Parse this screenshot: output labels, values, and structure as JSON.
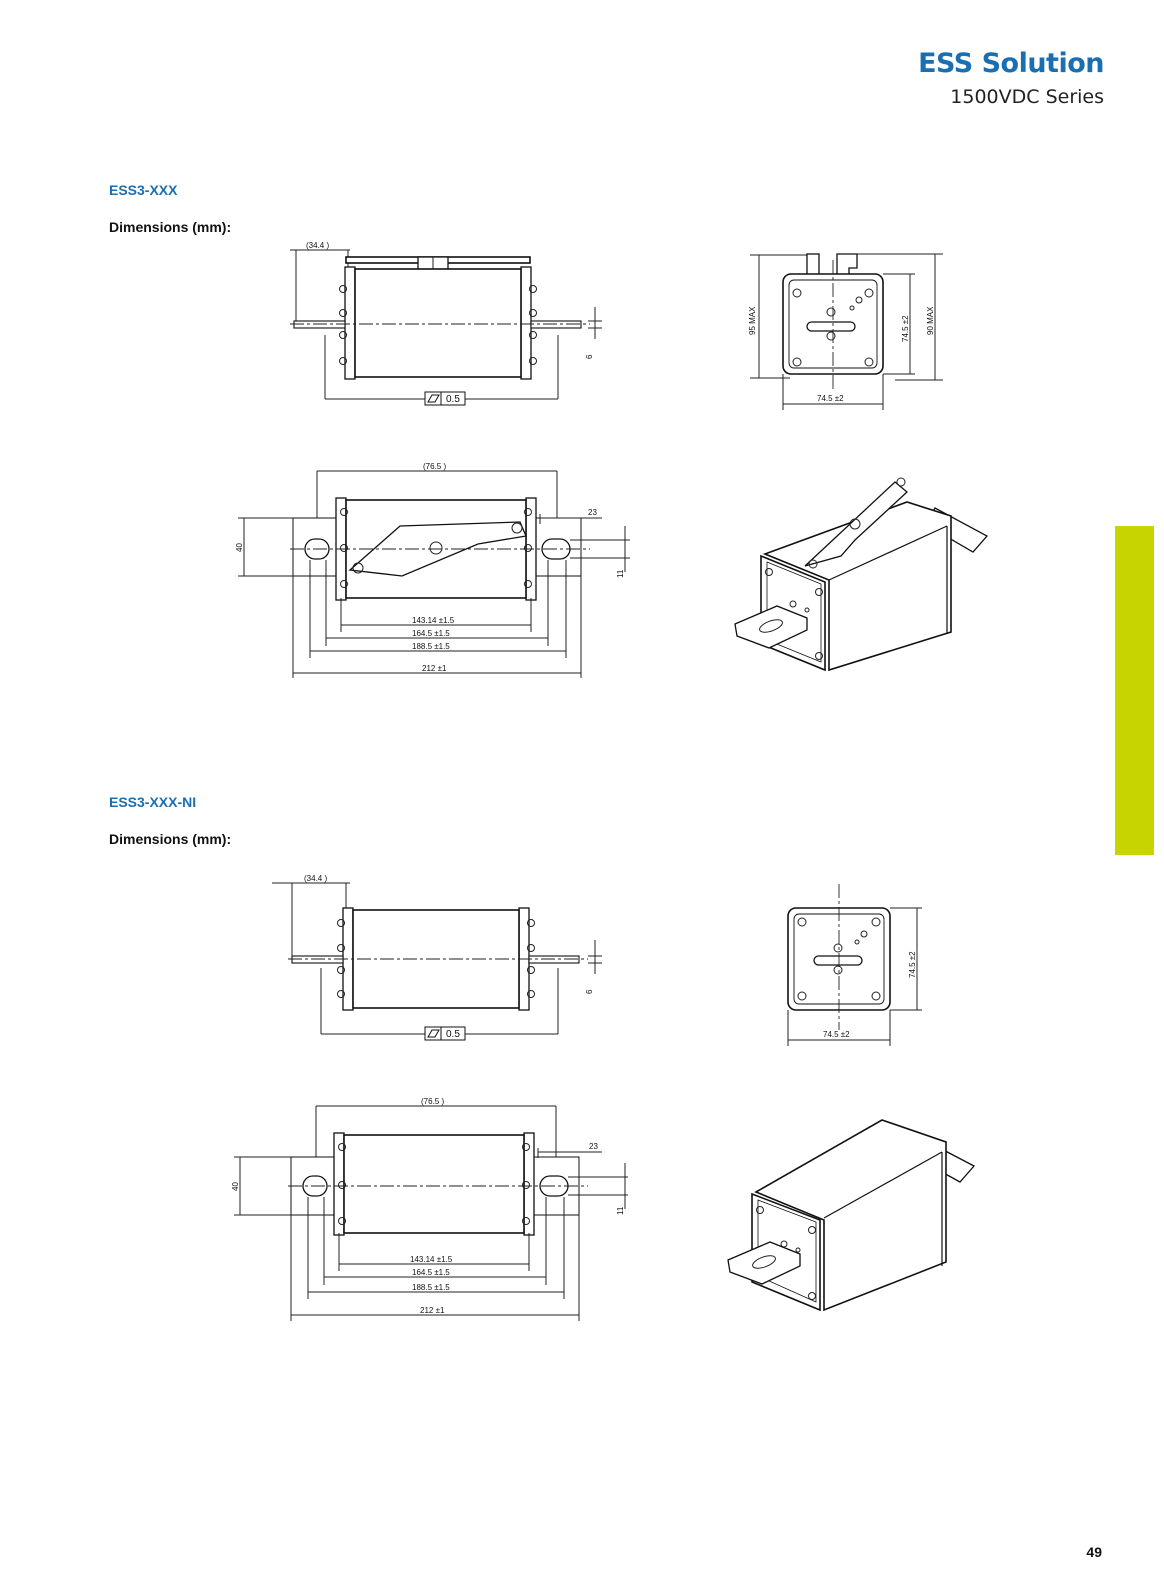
{
  "header": {
    "title": "ESS Solution",
    "subtitle": "1500VDC Series"
  },
  "sections": [
    {
      "title": "ESS3-XXX",
      "dimensions_label": "Dimensions (mm):",
      "labels": {
        "d34": "(34.4 )",
        "flat": "0.5",
        "six": "6",
        "max95": "95 MAX",
        "d745v": "74.5 ±2",
        "max90": "90 MAX",
        "d745h": "74.5 ±2",
        "d765": "(76.5 )",
        "d23": "23",
        "d40": "40",
        "d11": "11",
        "d143": "143.14 ±1.5",
        "d164": "164.5 ±1.5",
        "d188": "188.5 ±1.5",
        "d212": "212 ±1"
      }
    },
    {
      "title": "ESS3-XXX-NI",
      "dimensions_label": "Dimensions (mm):",
      "labels": {
        "d34": "(34.4 )",
        "flat": "0.5",
        "six": "6",
        "d745v": "74.5 ±2",
        "d745h": "74.5 ±2",
        "d765": "(76.5 )",
        "d23": "23",
        "d40": "40",
        "d11": "11",
        "d143": "143.14 ±1.5",
        "d164": "164.5 ±1.5",
        "d188": "188.5 ±1.5",
        "d212": "212 ±1"
      }
    }
  ],
  "page_number": "49",
  "colors": {
    "accent": "#1a6fb3",
    "tab": "#c8d400"
  }
}
